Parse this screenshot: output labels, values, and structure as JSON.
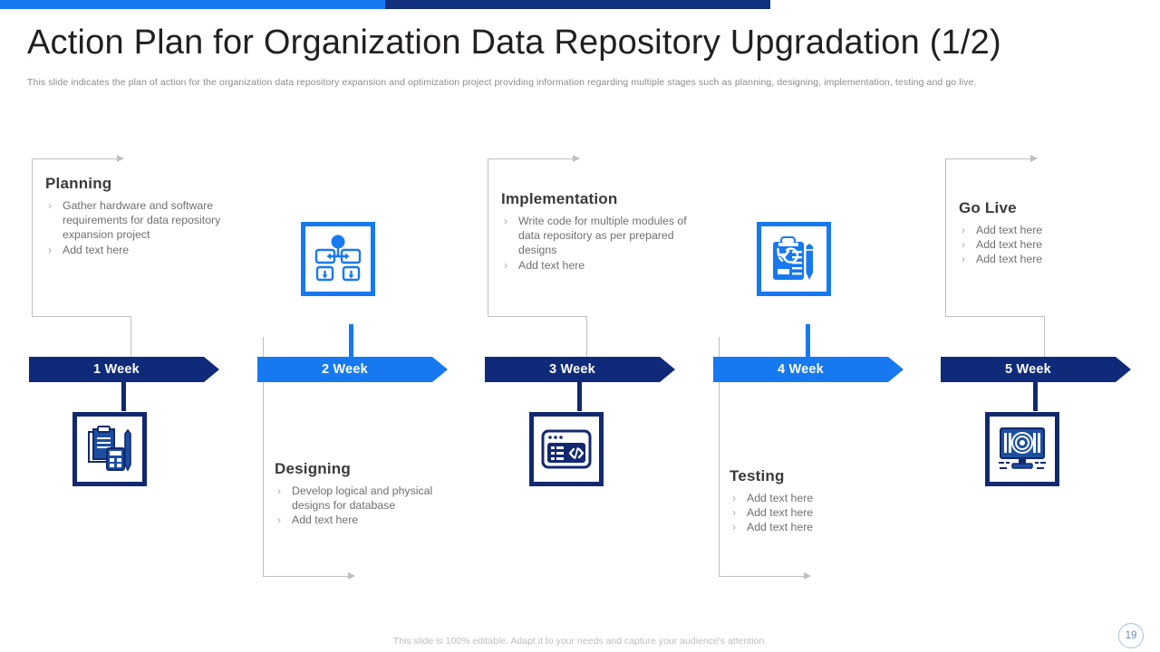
{
  "header": {
    "title": "Action Plan for Organization Data Repository Upgradation (1/2)",
    "subtitle": "This slide indicates the plan of action for the organization data repository expansion and optimization project providing information regarding multiple stages such as planning, designing, implementation, testing and go live."
  },
  "colors": {
    "navy": "#0E2A79",
    "blue": "#1779F0",
    "text_gray": "#6F6F6F",
    "heading_gray": "#3A3A3A",
    "line_gray": "#BFBFBF"
  },
  "stages": [
    {
      "id": "planning",
      "week_label": "1 Week",
      "accent": "navy",
      "title": "Planning",
      "text_position": "above",
      "bullets": [
        "Gather hardware and software requirements for data repository expansion project",
        "Add text here"
      ],
      "icon_name": "clipboard-calculator-pen-icon"
    },
    {
      "id": "designing",
      "week_label": "2 Week",
      "accent": "blue",
      "title": "Designing",
      "text_position": "below",
      "bullets": [
        "Develop logical and physical designs for database",
        "Add text here"
      ],
      "icon_name": "flowchart-hierarchy-icon"
    },
    {
      "id": "implementation",
      "week_label": "3 Week",
      "accent": "navy",
      "title": "Implementation",
      "text_position": "above",
      "bullets": [
        "Write code for multiple modules of data repository as per prepared designs",
        "Add text here"
      ],
      "icon_name": "code-window-icon"
    },
    {
      "id": "testing",
      "week_label": "4 Week",
      "accent": "blue",
      "title": "Testing",
      "text_position": "below",
      "bullets": [
        "Add text here",
        "Add text here",
        "Add text here"
      ],
      "icon_name": "clipboard-check-pen-icon"
    },
    {
      "id": "golive",
      "week_label": "5 Week",
      "accent": "navy",
      "title": "Go Live",
      "text_position": "above",
      "bullets": [
        "Add text here",
        "Add text here",
        "Add text here"
      ],
      "icon_name": "monitor-broadcast-icon"
    }
  ],
  "bullet_marker": "›",
  "footer": {
    "note": "This slide is 100% editable. Adapt it to your needs and capture your audience's attention.",
    "page_number": "19"
  }
}
